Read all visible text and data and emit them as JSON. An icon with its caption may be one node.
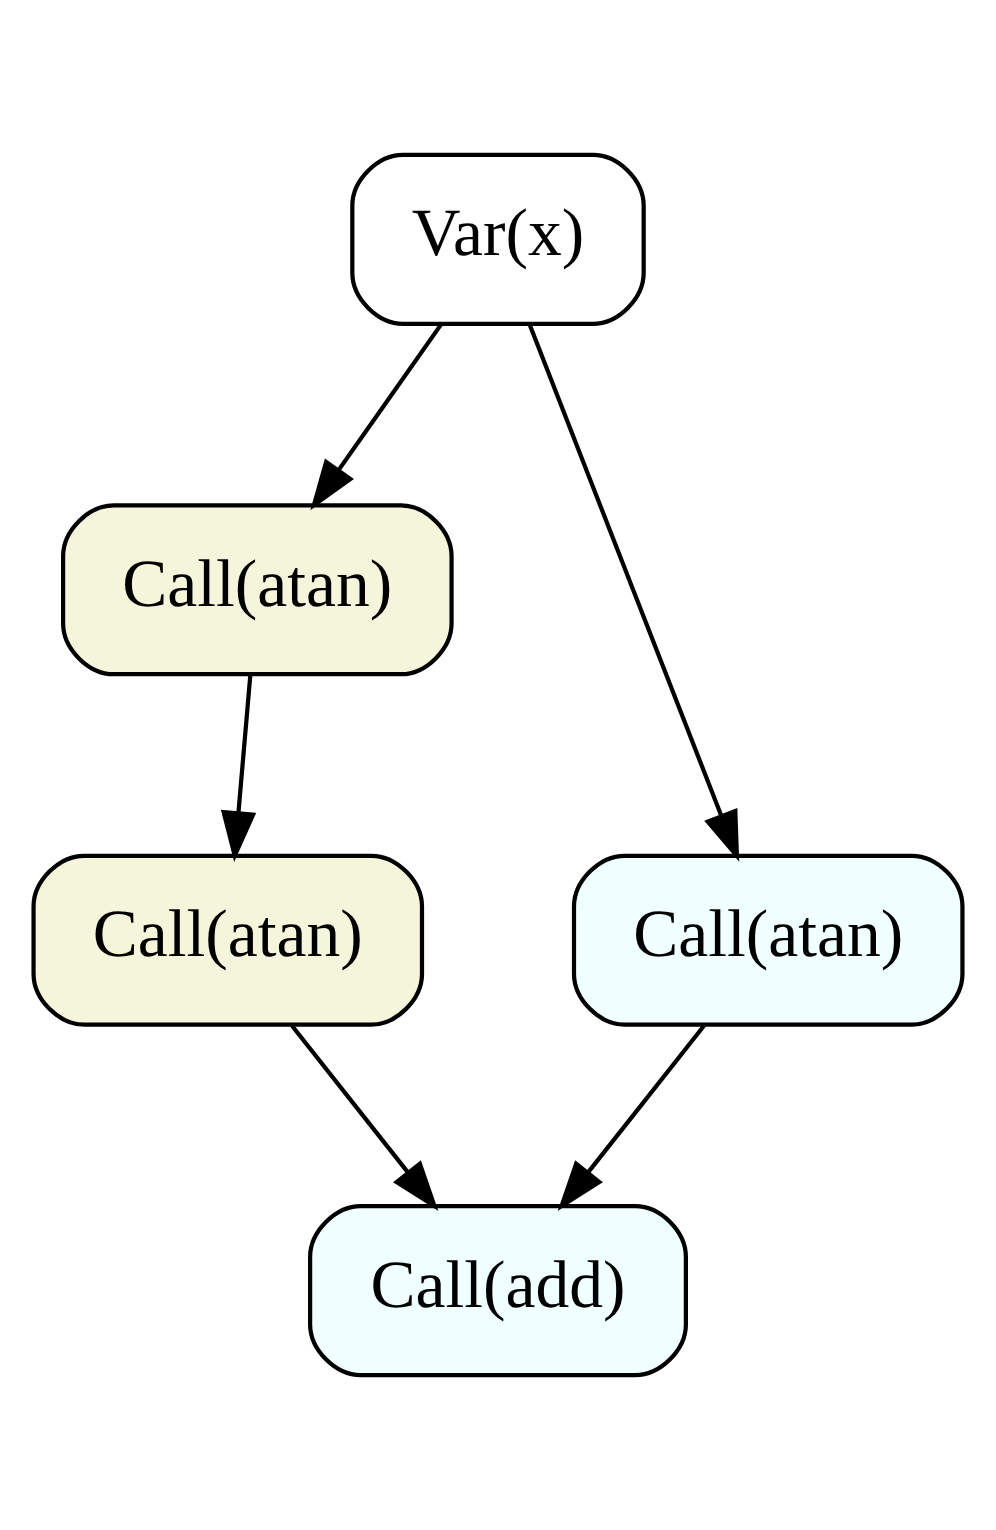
{
  "diagram": {
    "nodes": [
      {
        "text": [
          "Var(x)"
        ]
      },
      {
        "text": [
          "Call(atan)"
        ]
      },
      {
        "text": [
          "Call(atan)"
        ]
      },
      {
        "text": [
          "Call(atan)"
        ]
      },
      {
        "text": [
          "Call(add)"
        ]
      }
    ],
    "edges": [
      {
        "from": 0,
        "to": 1,
        "arrow": "to"
      },
      {
        "from": 1,
        "to": 2,
        "arrow": "to"
      },
      {
        "from": 0,
        "to": 3,
        "arrow": "to"
      },
      {
        "from": 2,
        "to": 4,
        "arrow": "to"
      },
      {
        "from": 3,
        "to": 4,
        "arrow": "to"
      }
    ]
  }
}
